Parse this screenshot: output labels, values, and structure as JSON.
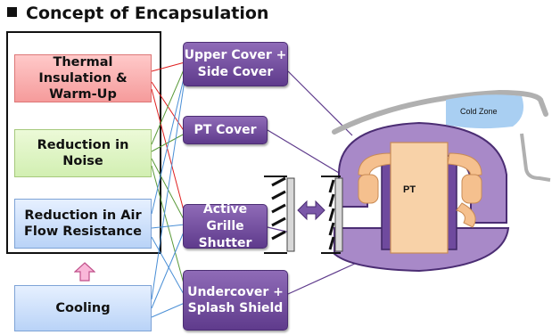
{
  "title": "Concept of Encapsulation",
  "goals": {
    "thermal": "Thermal Insulation & Warm-Up",
    "noise": "Reduction in Noise",
    "air_flow": "Reduction in Air Flow Resistance",
    "cooling": "Cooling"
  },
  "components": {
    "upper_cover": "Upper Cover + Side Cover",
    "pt_cover": "PT Cover",
    "grille_shutter": "Active Grille Shutter",
    "undercover": "Undercover + Splash Shield"
  },
  "illustration": {
    "cold_zone_label": "Cold Zone",
    "pt_label": "PT"
  },
  "colors": {
    "thermal": "#f59b9b",
    "noise": "#d2efb2",
    "air_flow": "#b9d3f7",
    "component": "#6f4a9e",
    "link_thermal": "#e02020",
    "link_noise": "#5a9a3a",
    "link_air": "#4a8fd6"
  }
}
